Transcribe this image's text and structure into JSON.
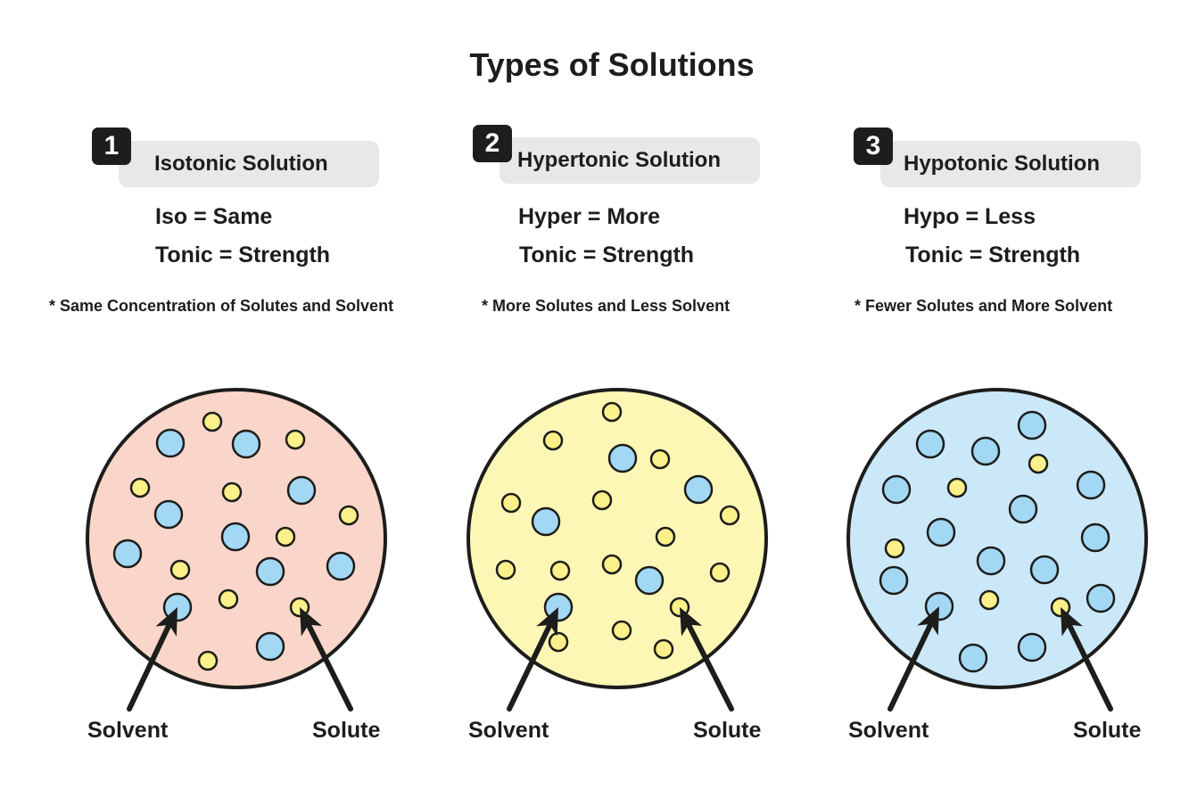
{
  "title": "Types of Solutions",
  "colors": {
    "text": "#1d1d1b",
    "pill": "#e8e8e8",
    "solvent": "#a3d8f4",
    "solute": "#fbf089",
    "isotonic_bg": "#f9d6c9",
    "hypertonic_bg": "#fdf7b6",
    "hypotonic_bg": "#cbe8f8"
  },
  "panels": [
    {
      "number": "1",
      "name": "Isotonic Solution",
      "line1": "Iso = Same",
      "line2": "Tonic = Strength",
      "note": "* Same Concentration of Solutes and Solvent",
      "solvent_label": "Solvent",
      "solute_label": "Solute"
    },
    {
      "number": "2",
      "name": "Hypertonic Solution",
      "line1": "Hyper = More",
      "line2": "Tonic = Strength",
      "note": "* More Solutes and Less Solvent",
      "solvent_label": "Solvent",
      "solute_label": "Solute"
    },
    {
      "number": "3",
      "name": "Hypotonic Solution",
      "line1": "Hypo = Less",
      "line2": "Tonic = Strength",
      "note": "* Fewer Solutes and More Solvent",
      "solvent_label": "Solvent",
      "solute_label": "Solute"
    }
  ]
}
